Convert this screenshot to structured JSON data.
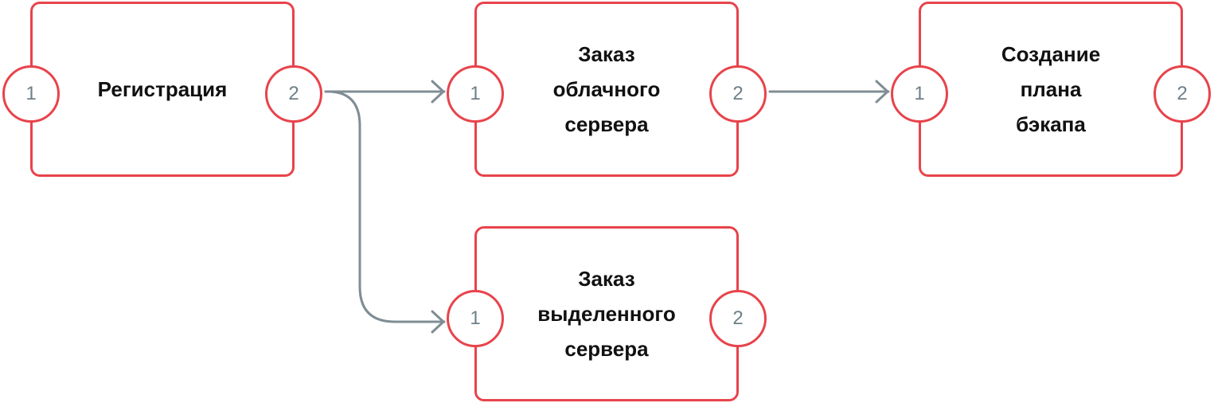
{
  "colors": {
    "node_border": "#e8434b",
    "port_text": "#6d7f89",
    "connector": "#7f8d94",
    "label_text": "#111111"
  },
  "nodes": [
    {
      "label": "Регистрация",
      "in_port": "1",
      "out_port": "2"
    },
    {
      "label": "Заказ\nоблачного\nсервера",
      "in_port": "1",
      "out_port": "2"
    },
    {
      "label": "Создание\nплана\nбэкапа",
      "in_port": "1",
      "out_port": "2"
    },
    {
      "label": "Заказ\nвыделенного\nсервера",
      "in_port": "1",
      "out_port": "2"
    }
  ],
  "connections": [
    {
      "from": "Регистрация",
      "to": "Заказ облачного сервера"
    },
    {
      "from": "Регистрация",
      "to": "Заказ выделенного сервера"
    },
    {
      "from": "Заказ облачного сервера",
      "to": "Создание плана бэкапа"
    }
  ]
}
